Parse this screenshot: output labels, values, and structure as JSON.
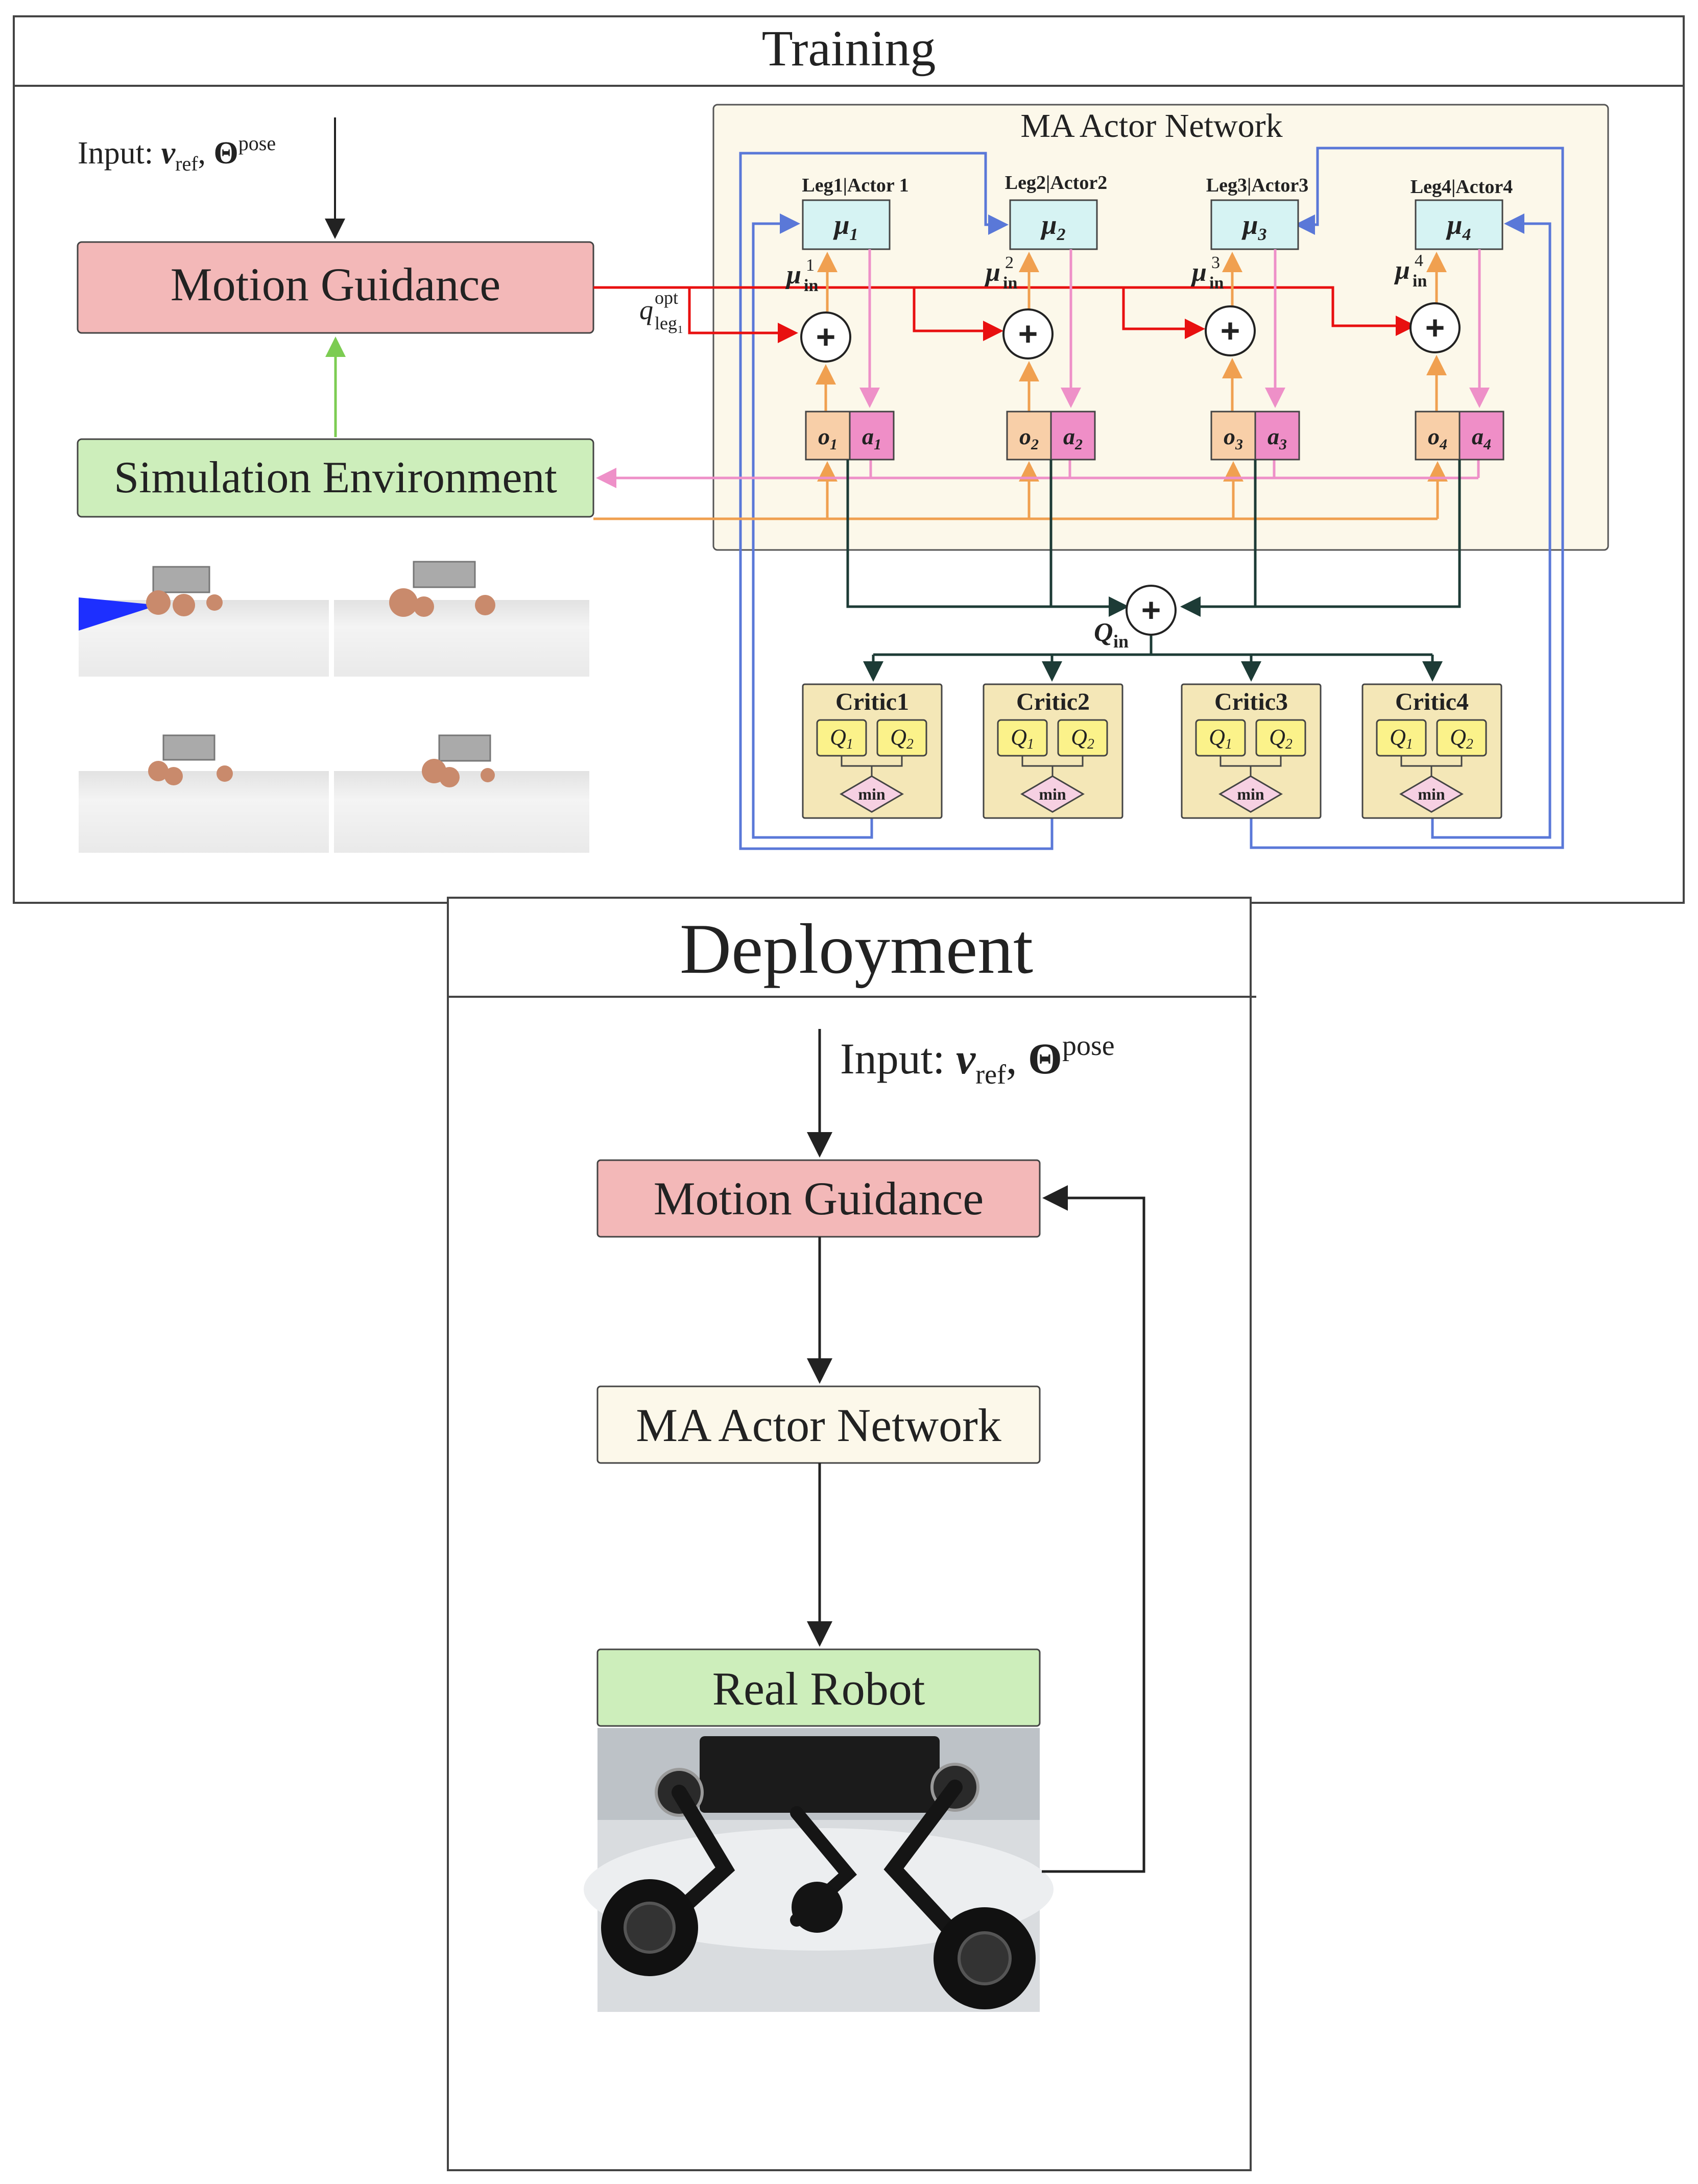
{
  "training": {
    "title": "Training",
    "input_label": "Input: ",
    "input_v": "v",
    "input_v_sub": "ref",
    "input_theta": "Θ",
    "input_theta_sup": "pose",
    "motion_guidance": "Motion Guidance",
    "simulation_environment": "Simulation Environment",
    "q_opt_base": "q",
    "q_opt_sup": "opt",
    "q_opt_sub": "leg₁",
    "ma_actor_network": "MA Actor Network",
    "actors": [
      {
        "label": "Leg1|Actor 1",
        "mu": "μ",
        "mu_sub": "1",
        "mu_in_sup": "1",
        "o_sub": "1",
        "a_sub": "1"
      },
      {
        "label": "Leg2|Actor2",
        "mu": "μ",
        "mu_sub": "2",
        "mu_in_sup": "2",
        "o_sub": "2",
        "a_sub": "2"
      },
      {
        "label": "Leg3|Actor3",
        "mu": "μ",
        "mu_sub": "3",
        "mu_in_sup": "3",
        "o_sub": "3",
        "a_sub": "3"
      },
      {
        "label": "Leg4|Actor4",
        "mu": "μ",
        "mu_sub": "4",
        "mu_in_sup": "4",
        "o_sub": "4",
        "a_sub": "4"
      }
    ],
    "mu_in_sub": "in",
    "o_symbol": "o",
    "a_symbol": "a",
    "q_in_base": "Q",
    "q_in_sub": "in",
    "critics": [
      {
        "label": "Critic1"
      },
      {
        "label": "Critic2"
      },
      {
        "label": "Critic3"
      },
      {
        "label": "Critic4"
      }
    ],
    "q_symbol": "Q",
    "q1_sub": "1",
    "q2_sub": "2",
    "min_label": "min",
    "plus_symbol": "+"
  },
  "deployment": {
    "title": "Deployment",
    "input_label": "Input: ",
    "input_v": "v",
    "input_v_sub": "ref",
    "input_theta": "Θ",
    "input_theta_sup": "pose",
    "motion_guidance": "Motion Guidance",
    "ma_actor_network": "MA Actor Network",
    "real_robot": "Real Robot"
  },
  "colors": {
    "motion_guidance_fill": "#f3b8b8",
    "simulation_fill": "#cdeebb",
    "actor_panel_fill": "#fcf8ea",
    "mu_fill": "#d6f3f3",
    "o_fill": "#f8cfa8",
    "a_fill": "#ef8ec7",
    "critic_fill": "#f4e7b7",
    "q_fill": "#fbf28a",
    "min_fill": "#f6d0e2",
    "red_arrow": "#e81010",
    "blue_arrow": "#5a78d8",
    "orange_arrow": "#f0a050",
    "pink_arrow": "#ee90c8",
    "green_arrow": "#7ccc52",
    "dark_arrow": "#1d3b36"
  }
}
